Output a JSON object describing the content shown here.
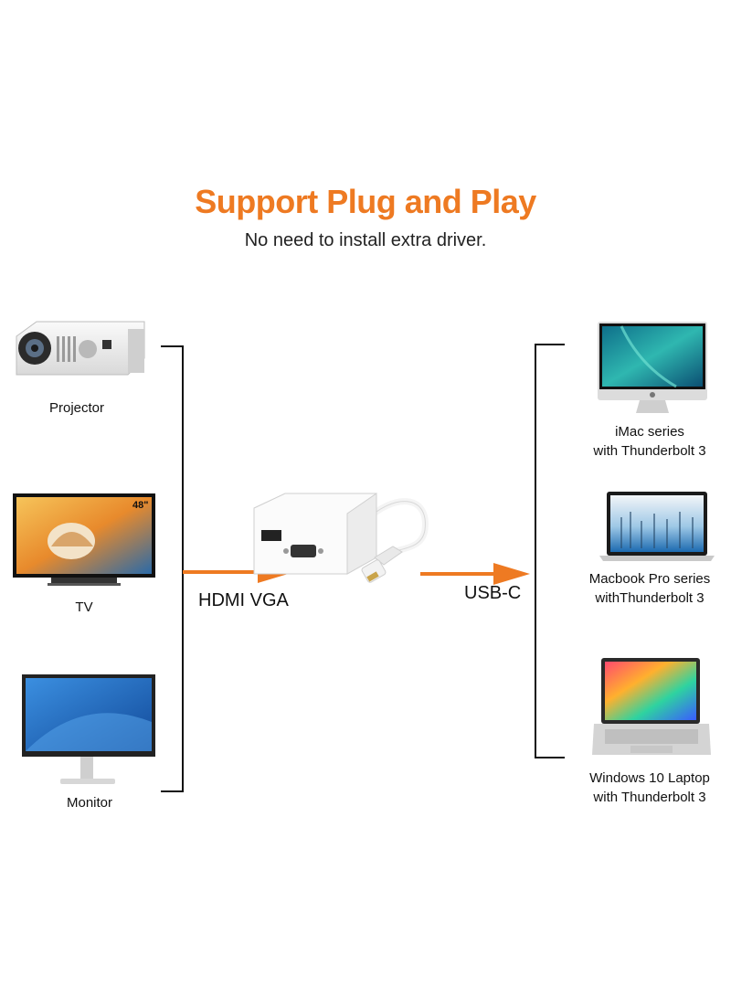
{
  "header": {
    "title": "Support Plug and Play",
    "subtitle": "No need to install extra driver."
  },
  "colors": {
    "accent": "#EE7A22",
    "bracket": "#111111"
  },
  "left_devices": [
    {
      "name": "Projector",
      "icon": "projector-icon"
    },
    {
      "name": "TV",
      "icon": "tv-icon",
      "badge": "48\""
    },
    {
      "name": "Monitor",
      "icon": "monitor-icon"
    }
  ],
  "right_devices": [
    {
      "line1": "iMac series",
      "line2": "with Thunderbolt 3",
      "icon": "imac-icon"
    },
    {
      "line1": "Macbook Pro series",
      "line2": "withThunderbolt 3",
      "icon": "macbook-icon"
    },
    {
      "line1": "Windows 10 Laptop",
      "line2": "with Thunderbolt 3",
      "icon": "laptop-icon"
    }
  ],
  "connections": {
    "left_label": "HDMI VGA",
    "right_label": "USB-C"
  },
  "adapter": {
    "icon": "usb-c-adapter-icon"
  }
}
